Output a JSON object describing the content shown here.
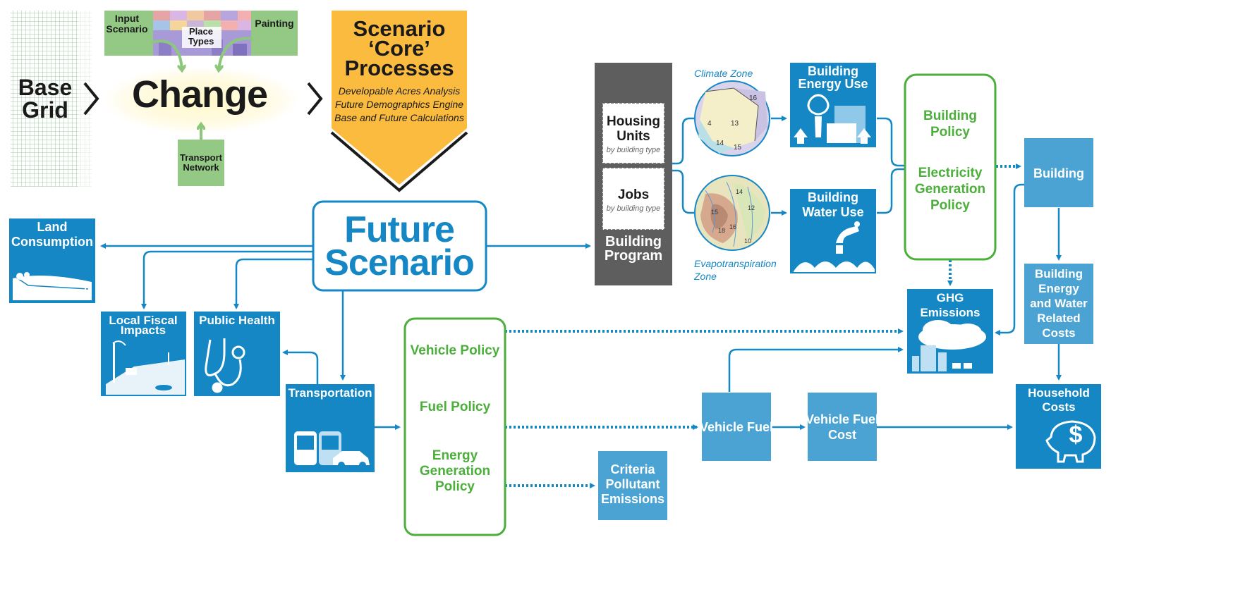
{
  "colors": {
    "blue": "#1487c4",
    "light_blue": "#4aa3d2",
    "green": "#4cae3b",
    "orange": "#fbbb3f",
    "grey": "#5e5e5e",
    "soft_green": "#8dc77b"
  },
  "top": {
    "base_grid": "Base\nGrid",
    "input_scenario": "Input\nScenario",
    "place_types": "Place\nTypes",
    "painting": "Painting",
    "change": "Change",
    "transport_network": "Transport\nNetwork",
    "core_title": "Scenario\n‘Core’\nProcesses",
    "core_items": [
      "Developable Acres Analysis",
      "Future Demographics Engine",
      "Base and Future Calculations"
    ]
  },
  "future_scenario": "Future\nScenario",
  "outputs": {
    "land_consumption": "Land\nConsumption",
    "local_fiscal": "Local Fiscal\nImpacts",
    "public_health": "Public Health",
    "transportation": "Transportation",
    "criteria": "Criteria\nPollutant\nEmissions",
    "vehicle_fuel": "Vehicle Fuel",
    "vehicle_fuel_cost": "Vehicle Fuel\nCost",
    "household_costs": "Household\nCosts",
    "ghg": "GHG\nEmissions",
    "building": "Building",
    "building_costs": "Building\nEnergy\nand Water\nRelated\nCosts",
    "building_energy": "Building\nEnergy Use",
    "building_water": "Building\nWater Use"
  },
  "policies": {
    "vehicle_policy": "Vehicle Policy",
    "fuel_policy": "Fuel Policy",
    "energy_generation": "Energy\nGeneration\nPolicy",
    "building_policy": "Building\nPolicy",
    "electricity_policy": "Electricity\nGeneration\nPolicy"
  },
  "building_program": {
    "housing": "Housing\nUnits",
    "housing_sub": "by building type",
    "jobs": "Jobs",
    "jobs_sub": "by building type",
    "label": "Building\nProgram"
  },
  "zones": {
    "climate": "Climate Zone",
    "evapo": "Evapotranspiration\nZone",
    "climate_map_labels": [
      "16",
      "4",
      "13",
      "15",
      "14"
    ],
    "evapo_map_labels": [
      "14",
      "15",
      "12",
      "16",
      "18",
      "10"
    ]
  }
}
